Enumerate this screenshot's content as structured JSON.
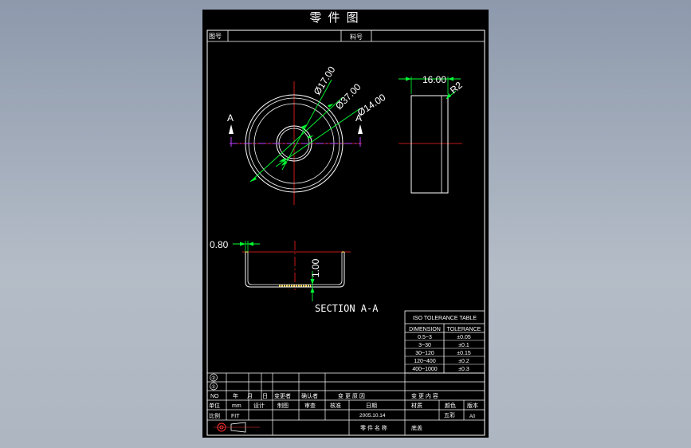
{
  "drawing": {
    "title": "零 件 图",
    "header": {
      "drawing_no_label": "图号",
      "material_label": "料号"
    },
    "top_view": {
      "section_mark_left": "A",
      "section_mark_right": "A",
      "dim_d17": "Ø17.00",
      "dim_d37": "Ø37.00",
      "dim_d14": "Ø14.00"
    },
    "side_view": {
      "dim_16": "16.00",
      "dim_r2": "R2"
    },
    "section_view": {
      "dim_080": "0.80",
      "dim_100": "1.00",
      "label": "SECTION   A-A"
    },
    "tolerance_table": {
      "title": "ISO TOLERANCE TABLE",
      "headers": [
        "DIMENSION",
        "TOLERANCE"
      ],
      "rows": [
        [
          "0.5~3",
          "±0.05"
        ],
        [
          "3~30",
          "±0.1"
        ],
        [
          "30~120",
          "±0.15"
        ],
        [
          "120~400",
          "±0.2"
        ],
        [
          "400~1000",
          "±0.3"
        ]
      ]
    },
    "title_block": {
      "rev2": "②",
      "rev1": "①",
      "no": "NO",
      "year": "年",
      "month": "月",
      "day": "日",
      "changer": "变更者",
      "confirmer": "确认者",
      "change_doc": "变 更 原 因",
      "change_content": "变 更 内 容",
      "unit_label": "单位",
      "unit_value": "mm",
      "design": "设计",
      "drawing": "制图",
      "approve": "审查",
      "verify": "核准",
      "date_label": "日期",
      "material": "材质",
      "color": "颜色",
      "version": "版本",
      "scale_label": "比例",
      "scale_value": "FIT",
      "date_value": "2005.10.14",
      "color_value": "五彩",
      "version_value": "A0",
      "part_name_label": "零 件 名 称",
      "part_name_value": "底盖"
    }
  }
}
